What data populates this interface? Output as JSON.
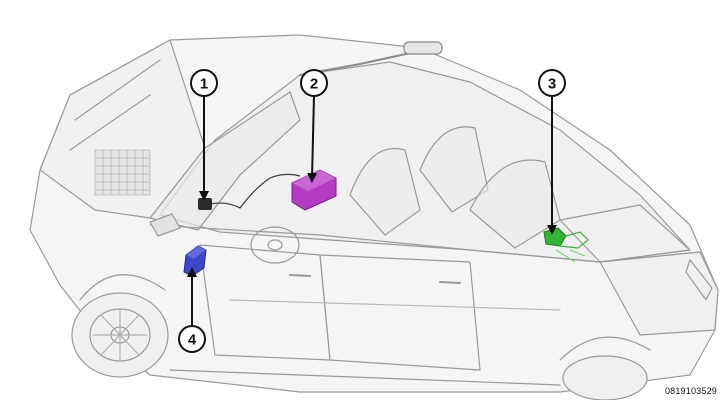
{
  "figure": {
    "code": "0819103529",
    "colors": {
      "body_line": "#9a9a9a",
      "body_fill": "#f3f3f3",
      "callout_ring": "#111111",
      "arrow": "#111111"
    }
  },
  "callouts": [
    {
      "label": "1",
      "component_color": "#2b2b2b"
    },
    {
      "label": "2",
      "component_color": "#b43cc4"
    },
    {
      "label": "3",
      "component_color": "#33b533"
    },
    {
      "label": "4",
      "component_color": "#3c46c8"
    }
  ]
}
